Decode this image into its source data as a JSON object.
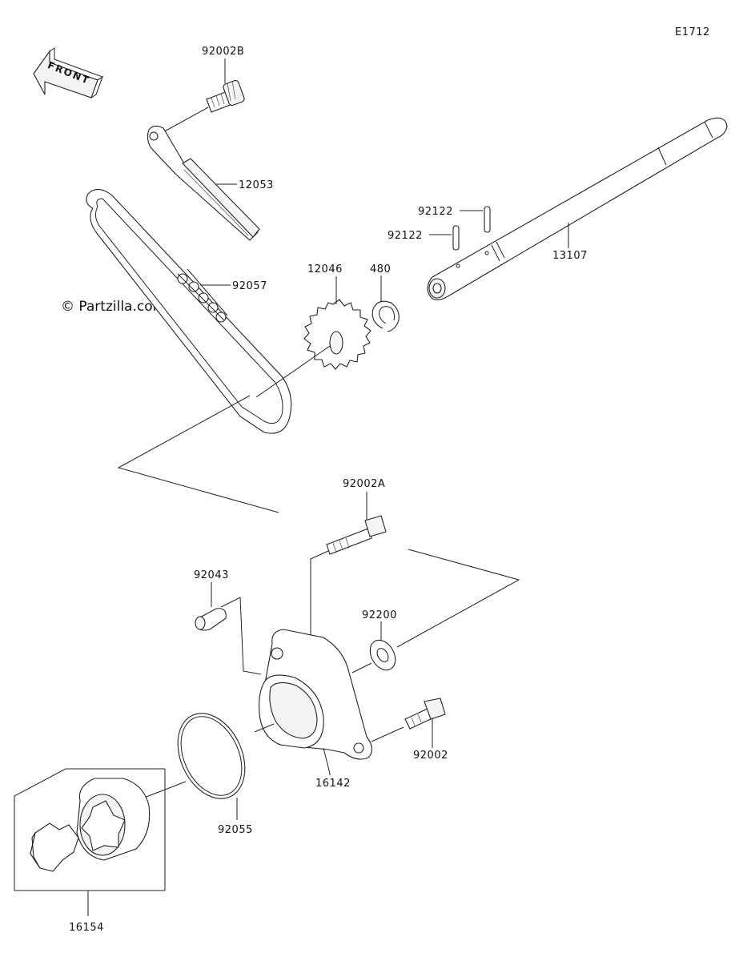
{
  "diagram_code": "E1712",
  "watermark": "© Partzilla.com",
  "front_label": "FRONT",
  "parts": [
    {
      "id": "p-92002B",
      "number": "92002B"
    },
    {
      "id": "p-12053",
      "number": "12053"
    },
    {
      "id": "p-92122a",
      "number": "92122"
    },
    {
      "id": "p-92122b",
      "number": "92122"
    },
    {
      "id": "p-13107",
      "number": "13107"
    },
    {
      "id": "p-12046",
      "number": "12046"
    },
    {
      "id": "p-480",
      "number": "480"
    },
    {
      "id": "p-92057",
      "number": "92057"
    },
    {
      "id": "p-92002A",
      "number": "92002A"
    },
    {
      "id": "p-92043",
      "number": "92043"
    },
    {
      "id": "p-92200",
      "number": "92200"
    },
    {
      "id": "p-92002",
      "number": "92002"
    },
    {
      "id": "p-16142",
      "number": "16142"
    },
    {
      "id": "p-92055",
      "number": "92055"
    },
    {
      "id": "p-16154",
      "number": "16154"
    }
  ]
}
